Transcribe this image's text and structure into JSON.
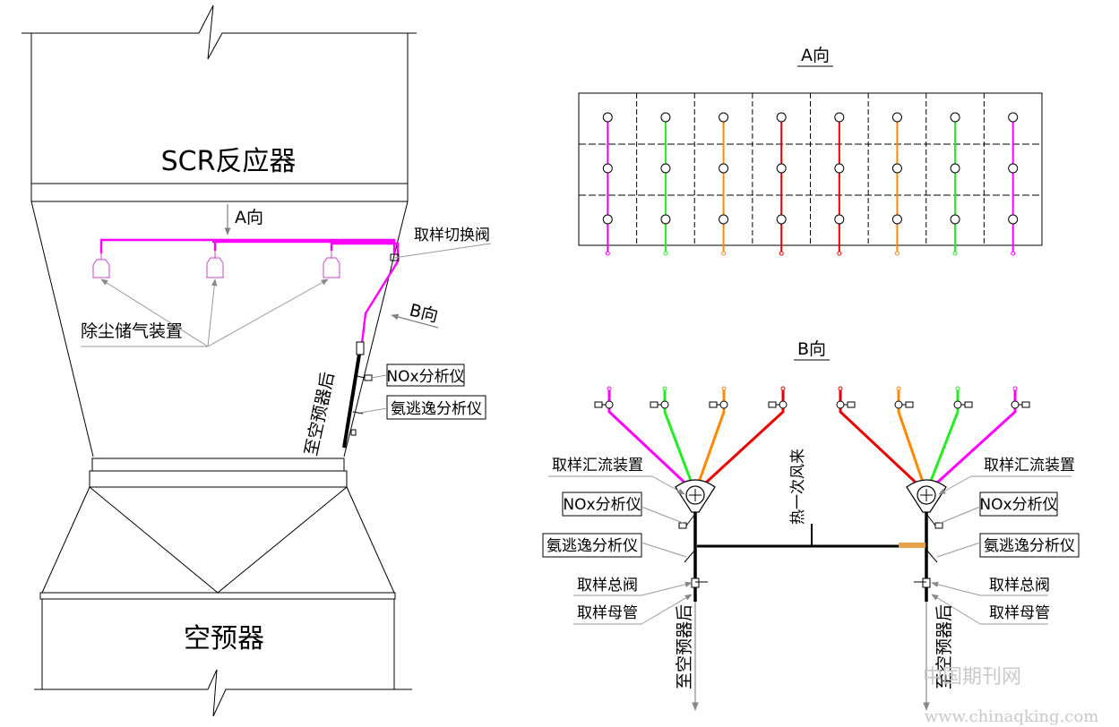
{
  "left": {
    "reactor_label": "SCR反应器",
    "preheater_label": "空预器",
    "view_a_arrow": "A向",
    "view_b_arrow": "B向",
    "switch_valve": "取样切换阀",
    "dust_tank": "除尘储气装置",
    "nox_analyzer": "NOx分析仪",
    "ammonia_analyzer": "氨逃逸分析仪",
    "to_preheater": "至空预器后"
  },
  "view_a": {
    "title": "A向",
    "line_colors": [
      "#ff00ff",
      "#22ee22",
      "#ff8800",
      "#ee0000",
      "#ee0000",
      "#ff8800",
      "#22ee22",
      "#ff00ff"
    ]
  },
  "view_b": {
    "title": "B向",
    "hot_air": "热一次风来",
    "left_collector": "取样汇流装置",
    "left_nox": "NOx分析仪",
    "left_ammonia": "氨逃逸分析仪",
    "left_main_valve": "取样总阀",
    "left_main_pipe": "取样母管",
    "left_to_preheater": "至空预器后",
    "right_collector": "取样汇流装置",
    "right_nox": "NOx分析仪",
    "right_ammonia": "氨逃逸分析仪",
    "right_main_valve": "取样总阀",
    "right_main_pipe": "取样母管",
    "right_to_preheater": "至空预器后",
    "left_branch_colors": [
      "#ff00ff",
      "#22ee22",
      "#ff8800",
      "#ee0000"
    ],
    "right_branch_colors": [
      "#ee0000",
      "#ff8800",
      "#22ee22",
      "#ff00ff"
    ]
  },
  "watermark": {
    "cn": "中国期刊网",
    "url": "www.chinaqking.com"
  }
}
